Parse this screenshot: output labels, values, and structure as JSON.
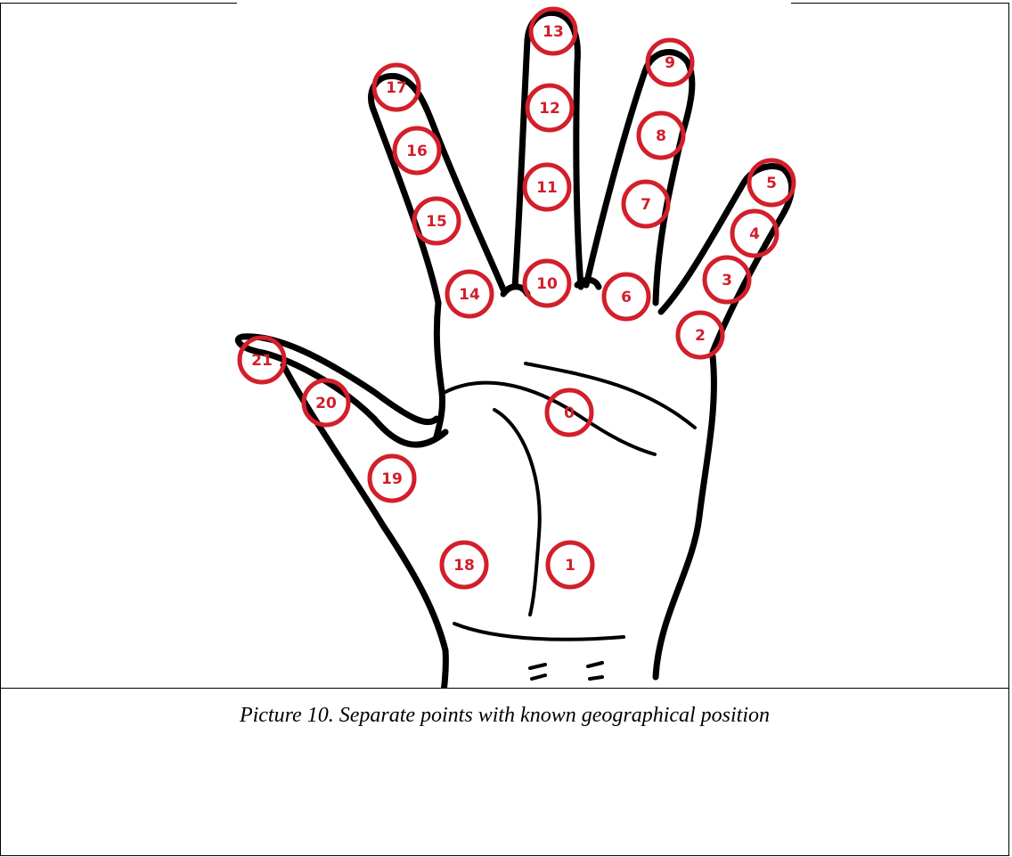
{
  "figure": {
    "points": [
      {
        "id": "0",
        "label": "0"
      },
      {
        "id": "1",
        "label": "1"
      },
      {
        "id": "2",
        "label": "2"
      },
      {
        "id": "3",
        "label": "3"
      },
      {
        "id": "4",
        "label": "4"
      },
      {
        "id": "5",
        "label": "5"
      },
      {
        "id": "6",
        "label": "6"
      },
      {
        "id": "7",
        "label": "7"
      },
      {
        "id": "8",
        "label": "8"
      },
      {
        "id": "9",
        "label": "9"
      },
      {
        "id": "10",
        "label": "10"
      },
      {
        "id": "11",
        "label": "11"
      },
      {
        "id": "12",
        "label": "12"
      },
      {
        "id": "13",
        "label": "13"
      },
      {
        "id": "14",
        "label": "14"
      },
      {
        "id": "15",
        "label": "15"
      },
      {
        "id": "16",
        "label": "16"
      },
      {
        "id": "17",
        "label": "17"
      },
      {
        "id": "18",
        "label": "18"
      },
      {
        "id": "19",
        "label": "19"
      },
      {
        "id": "20",
        "label": "20"
      },
      {
        "id": "21",
        "label": "21"
      }
    ],
    "marker_color": "#d21f2b",
    "outline_color": "#000000"
  },
  "caption": "Picture 10. Separate points with known geographical position"
}
